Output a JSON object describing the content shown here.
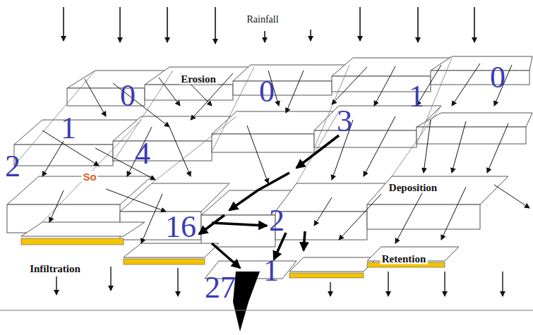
{
  "diagram": {
    "labels": [
      "Rainfall",
      "Erosion",
      "0",
      "0",
      "1",
      "0",
      "1",
      "2",
      "So",
      "4",
      "3",
      "Deposition",
      "16",
      "2",
      "Infiltration",
      "27",
      "1",
      "Retention"
    ]
  }
}
